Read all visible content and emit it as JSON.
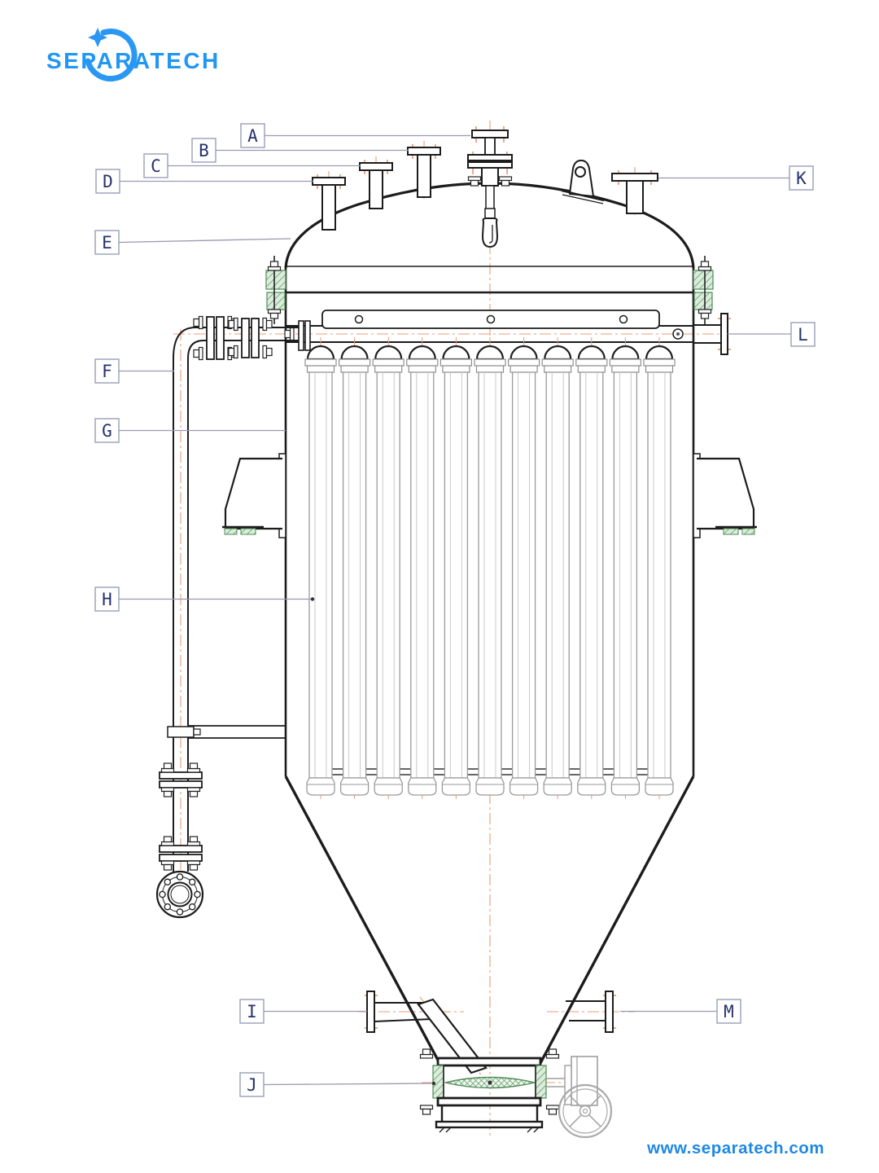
{
  "logo": {
    "text": "SEPARATECH"
  },
  "diagram": {
    "callouts": {
      "a": "A",
      "b": "B",
      "c": "C",
      "d": "D",
      "e": "E",
      "f": "F",
      "g": "G",
      "h": "H",
      "i": "I",
      "j": "J",
      "k": "K",
      "l": "L",
      "m": "M"
    }
  },
  "footer": {
    "website": "www.separatech.com"
  },
  "colors": {
    "brand_blue": "#2196f3",
    "link_blue": "#1e88e5",
    "callout_navy": "#27336e",
    "leader_gray": "#9a9ab0",
    "centerline_orange": "#e89d7d",
    "gasket_green": "#4e8d55"
  }
}
